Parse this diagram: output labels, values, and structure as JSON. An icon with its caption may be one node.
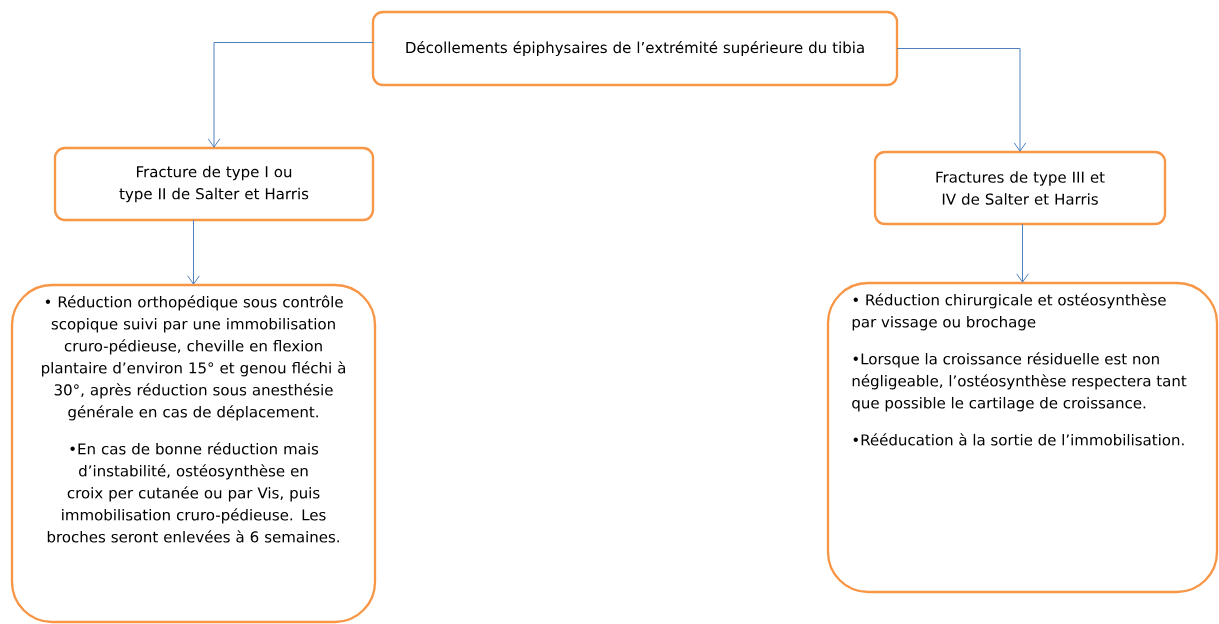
{
  "diagram": {
    "nodes": [
      {
        "text": [
          "Décollements épiphysaires de l’extrémité supérieure du tibia"
        ]
      },
      {
        "text": [
          "Fracture de type I ou type II de Salter et Harris"
        ]
      },
      {
        "text": [
          "Fractures de type III et IV de Salter et Harris"
        ]
      },
      {
        "text": [
          "• Réduction  orthopédique sous contrôle scopique suivi par une immobilisation cruro-pédieuse, cheville en flexion plantaire d’environ 15° et genou fléchi à 30°, après réduction sous anesthésie générale en cas de déplacement.",
          "•En cas de bonne réduction mais d’instabilité, ostéosynthèse en croix per cutanée ou par Vis, puis immobilisation cruro-pédieuse. Les broches seront enlevées à 6 semaines."
        ]
      },
      {
        "text": [
          "• Réduction chirurgicale et ostéosynthèse par vissage ou brochage",
          "•Lorsque la croissance résiduelle est non négligeable, l’ostéosynthèse respectera tant que possible le cartilage de croissance.",
          "•Rééducation à la sortie de l’immobilisation."
        ]
      }
    ],
    "edges": [
      {
        "from": 0,
        "to": 1,
        "arrow": "to"
      },
      {
        "from": 0,
        "to": 2,
        "arrow": "to"
      },
      {
        "from": 1,
        "to": 3,
        "arrow": "to"
      },
      {
        "from": 2,
        "to": 4,
        "arrow": "to"
      }
    ]
  }
}
